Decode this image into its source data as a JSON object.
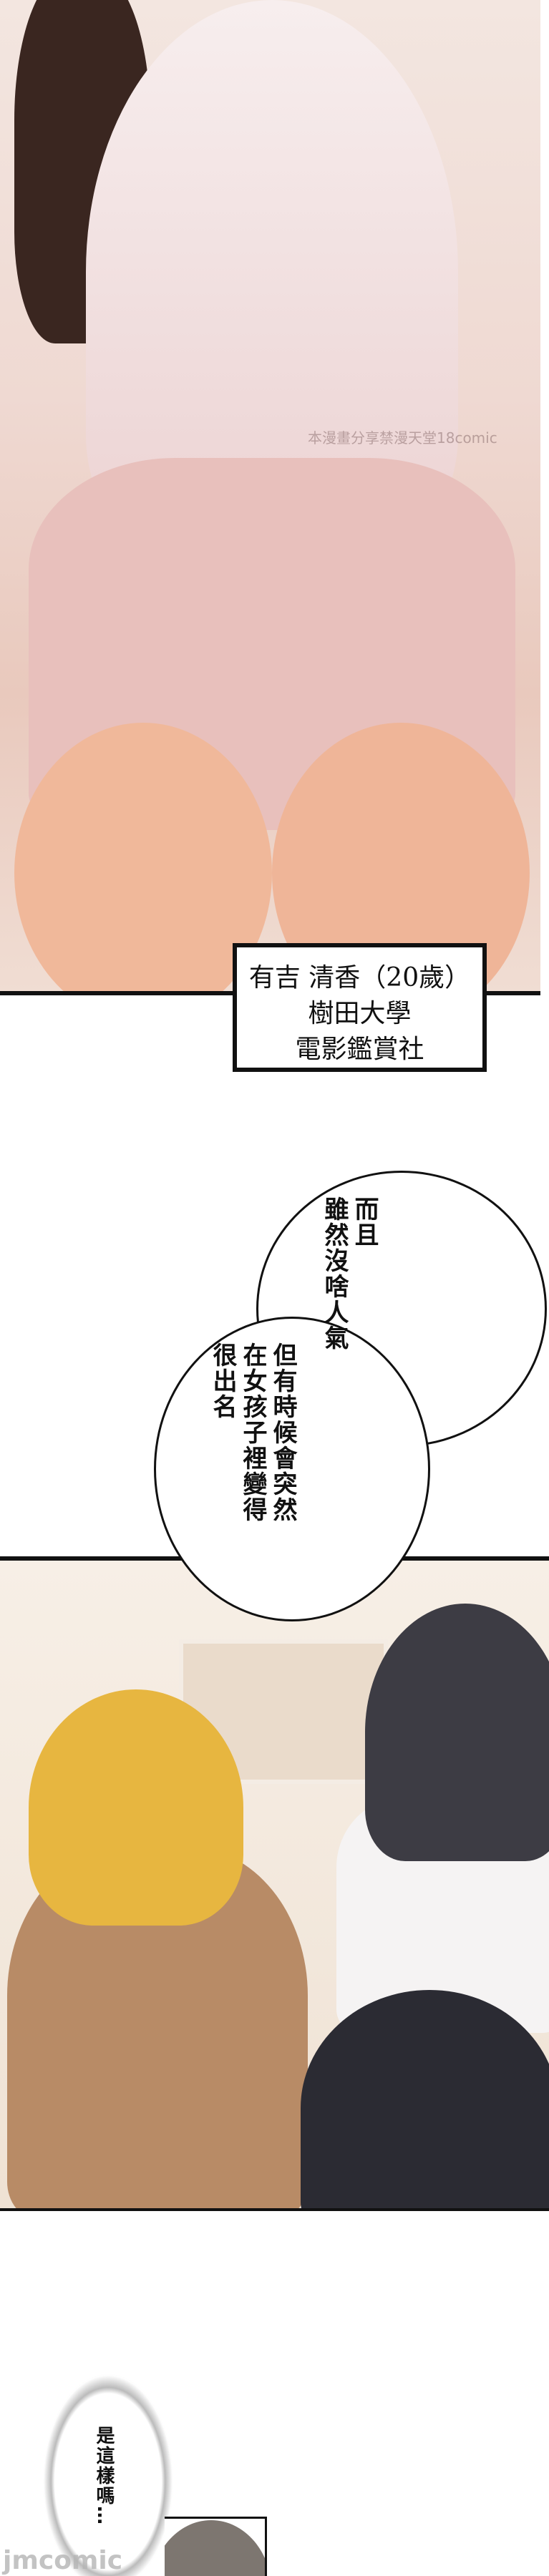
{
  "watermark": "本漫畫分享禁漫天堂18comic",
  "caption": {
    "name_line": "有吉 清香（20歲）",
    "school_line": "樹田大學",
    "club_line": "電影鑑賞社"
  },
  "bubble_top": {
    "lines": [
      "而且",
      "雖然沒啥人氣"
    ]
  },
  "bubble_bottom": {
    "lines": [
      "但有時候會突然",
      "在女孩子裡變得",
      "很出名"
    ]
  },
  "thought_bubble": {
    "text": "是這樣嗎…"
  },
  "logo": "jmcomic"
}
